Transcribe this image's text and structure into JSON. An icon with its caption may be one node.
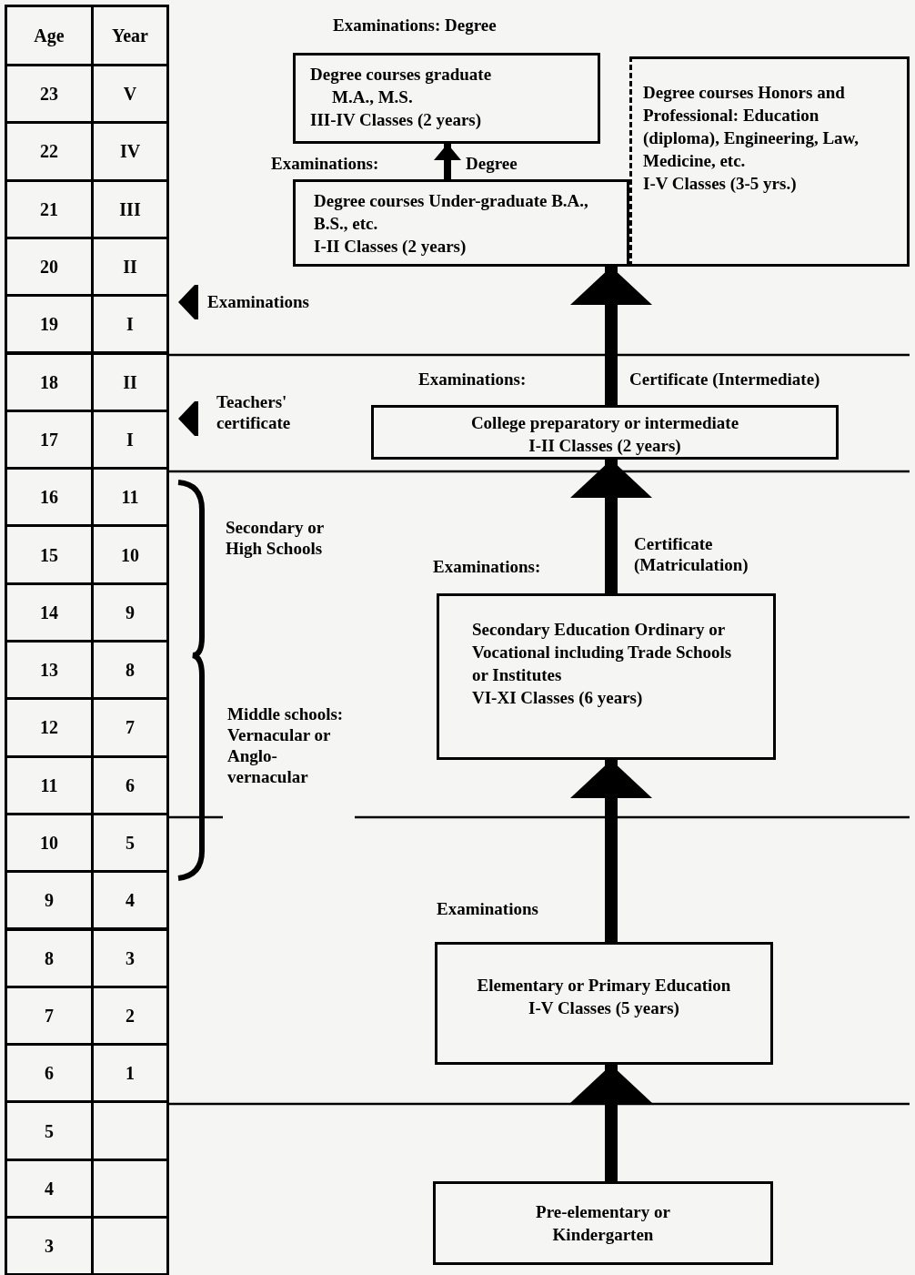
{
  "diagram": {
    "nodes": [
      {
        "text": [
          "Degree courses graduate",
          "M.A., M.S.",
          "III-IV Classes (2 years)"
        ]
      },
      {
        "text": [
          "Degree courses Under-graduate B.A., B.S., etc.",
          "I-II Classes (2 years)"
        ]
      },
      {
        "text": [
          "Degree courses Honors and Professional: Education (diploma), Engineering, Law, Medicine, etc.",
          "I-V Classes (3-5 yrs.)"
        ]
      },
      {
        "text": [
          "College preparatory or intermediate",
          "I-II Classes (2 years)"
        ]
      },
      {
        "text": [
          "Secondary Education Ordinary or Vocational including Trade Schools or Institutes",
          "VI-XI Classes (6 years)"
        ]
      },
      {
        "text": [
          "Elementary or Primary Education",
          "I-V Classes (5 years)"
        ]
      },
      {
        "text": [
          "Pre-elementary or Kindergarten"
        ]
      }
    ],
    "edges": [
      {
        "from": 6,
        "to": 5,
        "arrow": "to"
      },
      {
        "from": 5,
        "to": 4,
        "arrow": "to"
      },
      {
        "from": 4,
        "to": 3,
        "arrow": "to"
      },
      {
        "from": 3,
        "to": 1,
        "arrow": "to"
      },
      {
        "from": 1,
        "to": 0,
        "arrow": "to"
      }
    ],
    "labels": [
      "Age",
      "Year",
      "23",
      "V",
      "22",
      "IV",
      "21",
      "III",
      "20",
      "II",
      "19",
      "I",
      "18",
      "II",
      "17",
      "I",
      "16",
      "11",
      "15",
      "10",
      "14",
      "9",
      "13",
      "8",
      "12",
      "7",
      "11",
      "6",
      "10",
      "5",
      "9",
      "4",
      "8",
      "3",
      "7",
      "2",
      "6",
      "1",
      "5",
      "4",
      "3",
      "Examinations: Degree",
      "Examinations:",
      "Degree",
      "Examinations",
      "Examinations:",
      "Certificate (Intermediate)",
      "Teachers' certificate",
      "Secondary or High Schools",
      "Examinations:",
      "Certificate (Matriculation)",
      "Middle schools: Vernacular or Anglo-vernacular",
      "Examinations"
    ]
  }
}
